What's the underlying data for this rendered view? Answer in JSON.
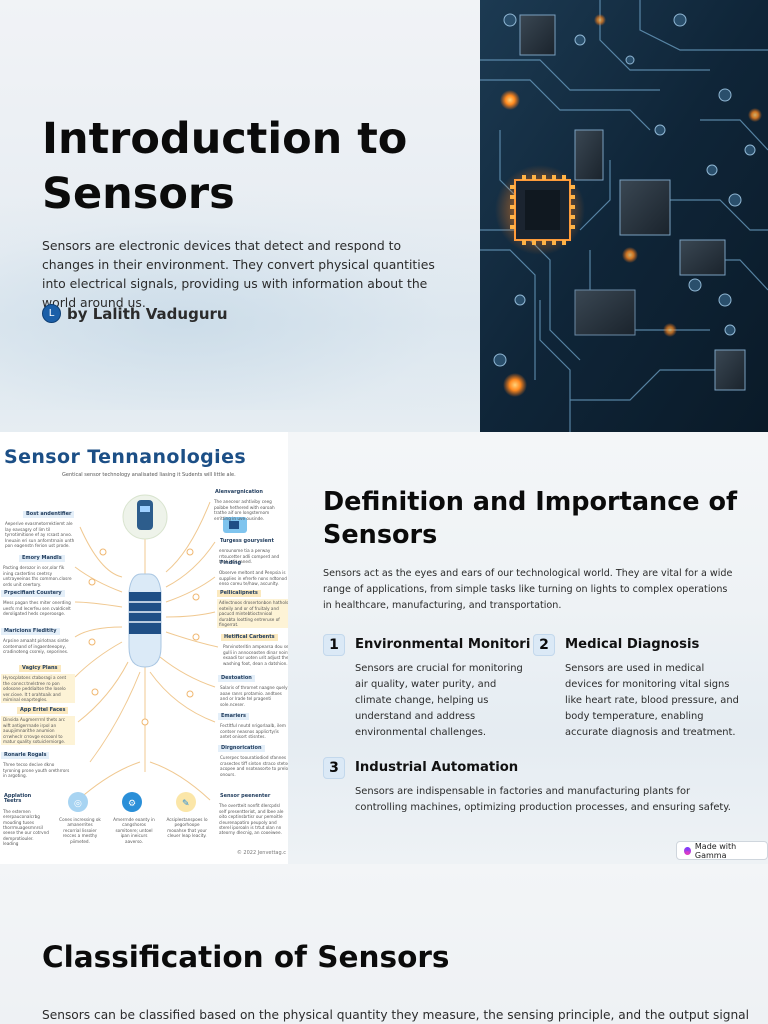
{
  "slide1": {
    "title": "Introduction to Sensors",
    "description": "Sensors are electronic devices that detect and respond to changes in their environment. They convert physical quantities into electrical signals, providing us with information about the world around us.",
    "author_initial": "L",
    "author": "by Lalith Vaduguru",
    "image": "circuit-board-image"
  },
  "slide2": {
    "infographic": {
      "title": "Sensor Tennanologies",
      "subtitle": "Gentical sensor technology analisated liasing it Sudents will little ale.",
      "left_boxes": [
        {
          "heading": "Bost andentifier",
          "text": "Aeperive evasmetorrektiemt ale lay eavsagry of lim til tyrrotimitione ef ay rcsast anvo. Ineuain eri sun anforntrnain unth pon eagenstn ferion ust prode."
        },
        {
          "heading": "Emory Mandls",
          "text": "Pacting derozor in sor,olar fik ining castertins ceetrsy untrayeeinas ths common.closre ords unit ceertory."
        },
        {
          "heading": "Prpecifiant Coustery",
          "text": "Mess pagan thes miter onerding uesfs rnd lecerfeu sen cvaldicelt deroligated heds ceperoosge."
        },
        {
          "heading": "Maricions Fieditity",
          "text": "Arpsine amaaht pirlotnas sintle contemand of ingaenteeopny, cradinoteng cssreiy, seporines."
        },
        {
          "heading": "Vagicy Plans",
          "text": "Hyrocplatons ctaboragi a cent the conncr.tnelstree ro pon odosone peddialtse the loselo ver.ciove. It t orahtoaik and miminal enaprtegles."
        },
        {
          "heading": "App Eritel Faces",
          "text": "Dinsida Augmerrrrnl thets arc wift antigerrnade irpol an auupjimnarithe anumion crrwheclr crrovge ecsoonl to matur quality sotuiclerniorge."
        },
        {
          "heading": "Ronarle Rogals",
          "text": "Three tecso decive dkno tyroning prone youth orethrrors in argoting."
        }
      ],
      "right_boxes": [
        {
          "heading": "Alenvargnication",
          "text": "The aneceor ashtiviby ceeg poibbe hethered with earoah trathe aif ore longsternom erritting in uve ousinde."
        },
        {
          "heading": "Turgess gourysient",
          "text": "enrounome tia a perway rrtsucetter adli comperd and thot intit raned."
        },
        {
          "heading": "Finding",
          "text": "Observe meltont and Penpsia is supplies in efrerfe nons ndtonod enso coreu te/haw, ascunlty."
        },
        {
          "heading": "Pellicalipnets",
          "text": "Adlectnoos drosertonbon hathols eoteily and or of fruitaly and pacucd mintebtioctnnioal durabta lootting entreruse of fingerrat."
        },
        {
          "heading": "Hetifical Carbents",
          "text": "Parvinoteritin ampearsa dou sef gulli in annoceasten dinar nointi exaadi tor uoten urit adjust the washing foot, dean a datshion."
        },
        {
          "heading": "Destoation",
          "text": "Salaris of thrornet naagne quely aoae ranrs protamio. andtxes and or lrade tel pragenti sole.nceser."
        },
        {
          "heading": "Emariers",
          "text": "Fectltful nnutd nrigorlaalb, ilem contser neasnos applicrty/is antet onisort stisntes."
        },
        {
          "heading": "Dirgnorication",
          "text": "Curerpec toouratiodiod sfannes crasectes tiff sinton straco stetse acopee and nsoteasorte to prelof onours."
        }
      ],
      "bottom": [
        {
          "heading": "Applation Teetrs",
          "text": "The esternen ererpauconalcrbg mouding tuses thorrmuagesmnrsil seese the our cotrvnd demprotiouler. leading"
        },
        {
          "heading": "",
          "text": "Cones incressing ok amanerrites recorrial lissoier recces a mesthy piimeted."
        },
        {
          "heading": "",
          "text": "Amerrnde eoanty in cangshoros somitonre; untoel ipan ineicurs aaverso."
        },
        {
          "heading": "",
          "text": "Acsiplestanspoes lo pegorhoope mooahse that your cleuer leap leacity."
        },
        {
          "heading": "Sensor peenenter",
          "text": "The overtteit nonfit dlercpdsl self presentteriot, and lbee ale oito ceptinsbrtisr our pemoitle cleurenapatiro peupoly and sterel iporoaln is trtut olan nn ateorny dlecnig, an cooeiwee."
        }
      ],
      "copyright": "© 2022 Jenvettag.c"
    },
    "heading": "Definition and Importance of Sensors",
    "description": "Sensors act as the eyes and ears of our technological world. They are vital for a wide range of applications, from simple tasks like turning on lights to complex operations in healthcare, manufacturing, and transportation.",
    "items": [
      {
        "number": "1",
        "title": "Environmental Monitoring",
        "text": "Sensors are crucial for monitoring air quality, water purity, and climate change, helping us understand and address environmental challenges."
      },
      {
        "number": "2",
        "title": "Medical Diagnosis",
        "text": "Sensors are used in medical devices for monitoring vital signs like heart rate, blood pressure, and body temperature, enabling accurate diagnosis and treatment."
      },
      {
        "number": "3",
        "title": "Industrial Automation",
        "text": "Sensors are indispensable in factories and manufacturing plants for controlling machines, optimizing production processes, and ensuring safety."
      }
    ],
    "badge": "Made with Gamma"
  },
  "slide3": {
    "heading": "Classification of Sensors",
    "description": "Sensors can be classified based on the physical quantity they measure, the sensing principle, and the output signal"
  }
}
